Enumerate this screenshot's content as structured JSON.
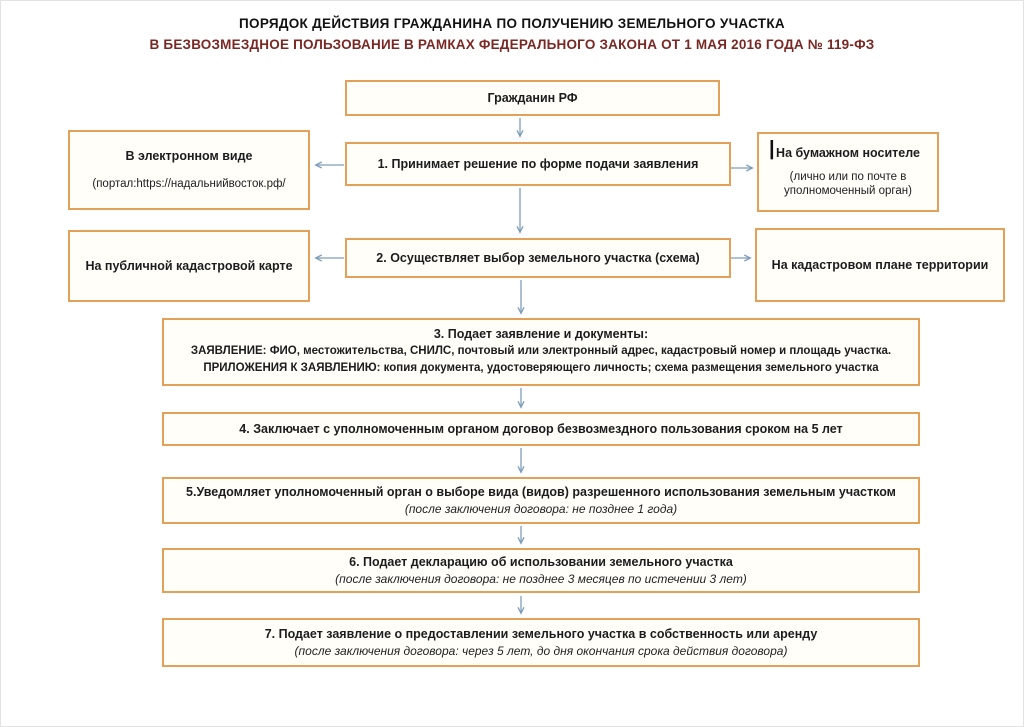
{
  "title": {
    "line1": "ПОРЯДОК ДЕЙСТВИЯ ГРАЖДАНИНА  ПО ПОЛУЧЕНИЮ ЗЕМЕЛЬНОГО УЧАСТКА",
    "line2": "В БЕЗВОЗМЕЗДНОЕ ПОЛЬЗОВАНИЕ  В РАМКАХ ФЕДЕРАЛЬНОГО ЗАКОНА ОТ 1 МАЯ 2016 ГОДА № 119-ФЗ"
  },
  "nodes": {
    "citizen": {
      "label": "Гражданин РФ"
    },
    "step1": {
      "label": "1.   Принимает решение по форме подачи заявления"
    },
    "electronic": {
      "title": "В электронном виде",
      "subtitle": "(портал:https://надальнийвосток.рф/"
    },
    "paper": {
      "title": "На бумажном носителе",
      "subtitle": "(лично или по почте в уполномоченный орган)",
      "cursor_artifact": "|"
    },
    "step2": {
      "label": "2. Осуществляет выбор земельного участка (схема)"
    },
    "cadastral_map": {
      "label": "На публичной кадастровой карте"
    },
    "cadastral_plan": {
      "label": "На кадастровом плане территории"
    },
    "step3": {
      "title": "3. Подает заявление и документы:",
      "line2": "ЗАЯВЛЕНИЕ: ФИО, местожительства, СНИЛС, почтовый или электронный адрес, кадастровый номер и площадь участка.",
      "line3": "ПРИЛОЖЕНИЯ К ЗАЯВЛЕНИЮ: копия документа, удостоверяющего личность; схема размещения земельного участка"
    },
    "step4": {
      "label": "4. Заключает с уполномоченным органом договор безвозмездного пользования сроком на 5 лет"
    },
    "step5": {
      "title": "5.Уведомляет уполномоченный орган о выборе вида (видов) разрешенного использования земельным участком",
      "note": "(после заключения договора: не позднее 1 года)"
    },
    "step6": {
      "title": "6. Подает декларацию об использовании земельного участка",
      "note": "(после заключения договора: не позднее 3 месяцев по истечении 3 лет)"
    },
    "step7": {
      "title": "7. Подает заявление о предоставлении земельного участка в собственность или аренду",
      "note": "(после заключения договора: через 5 лет, до дня окончания срока действия договора)"
    }
  },
  "colors": {
    "box_border": "#E2A059",
    "arrow": "#7F9DB9",
    "title_accent": "#7A2824"
  }
}
